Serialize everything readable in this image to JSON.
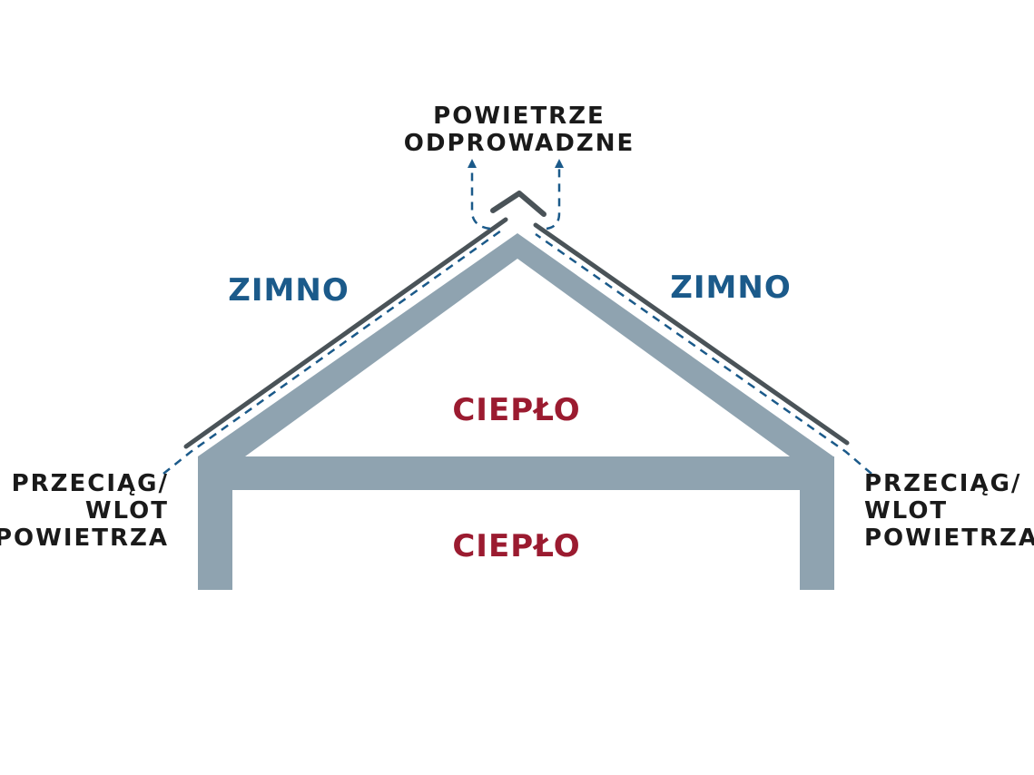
{
  "labels": {
    "exhaust_line1": "POWIETRZE",
    "exhaust_line2": "ODPROWADZNE",
    "cold_left": "ZIMNO",
    "cold_right": "ZIMNO",
    "warm_attic": "CIEPŁO",
    "warm_room": "CIEPŁO",
    "intake_left_line1": "PRZECIĄG/",
    "intake_left_line2": "WLOT",
    "intake_left_line3": "POWIETRZA",
    "intake_right_line1": "PRZECIĄG/",
    "intake_right_line2": "WLOT",
    "intake_right_line3": "POWIETRZA"
  },
  "colors": {
    "structure": "#8fa3b0",
    "roof_cover": "#4a5358",
    "airflow": "#1b5a8a",
    "cold_text": "#1b5a8a",
    "warm_text": "#9b1b30",
    "dark_text": "#1a1a1a"
  }
}
